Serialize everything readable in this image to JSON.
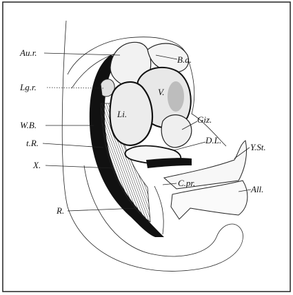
{
  "figure": {
    "labels": {
      "aur": "Au.r.",
      "ba": "B.a.",
      "lgr": "Lg.r.",
      "v": "V.",
      "li": "Li.",
      "wb": "W.B.",
      "giz": "Giz.",
      "dl": "D.L.",
      "tr": "t.R.",
      "yst": "Y.St.",
      "x": "X.",
      "cpr": "C.pr.",
      "all": "All.",
      "r": "R."
    }
  }
}
